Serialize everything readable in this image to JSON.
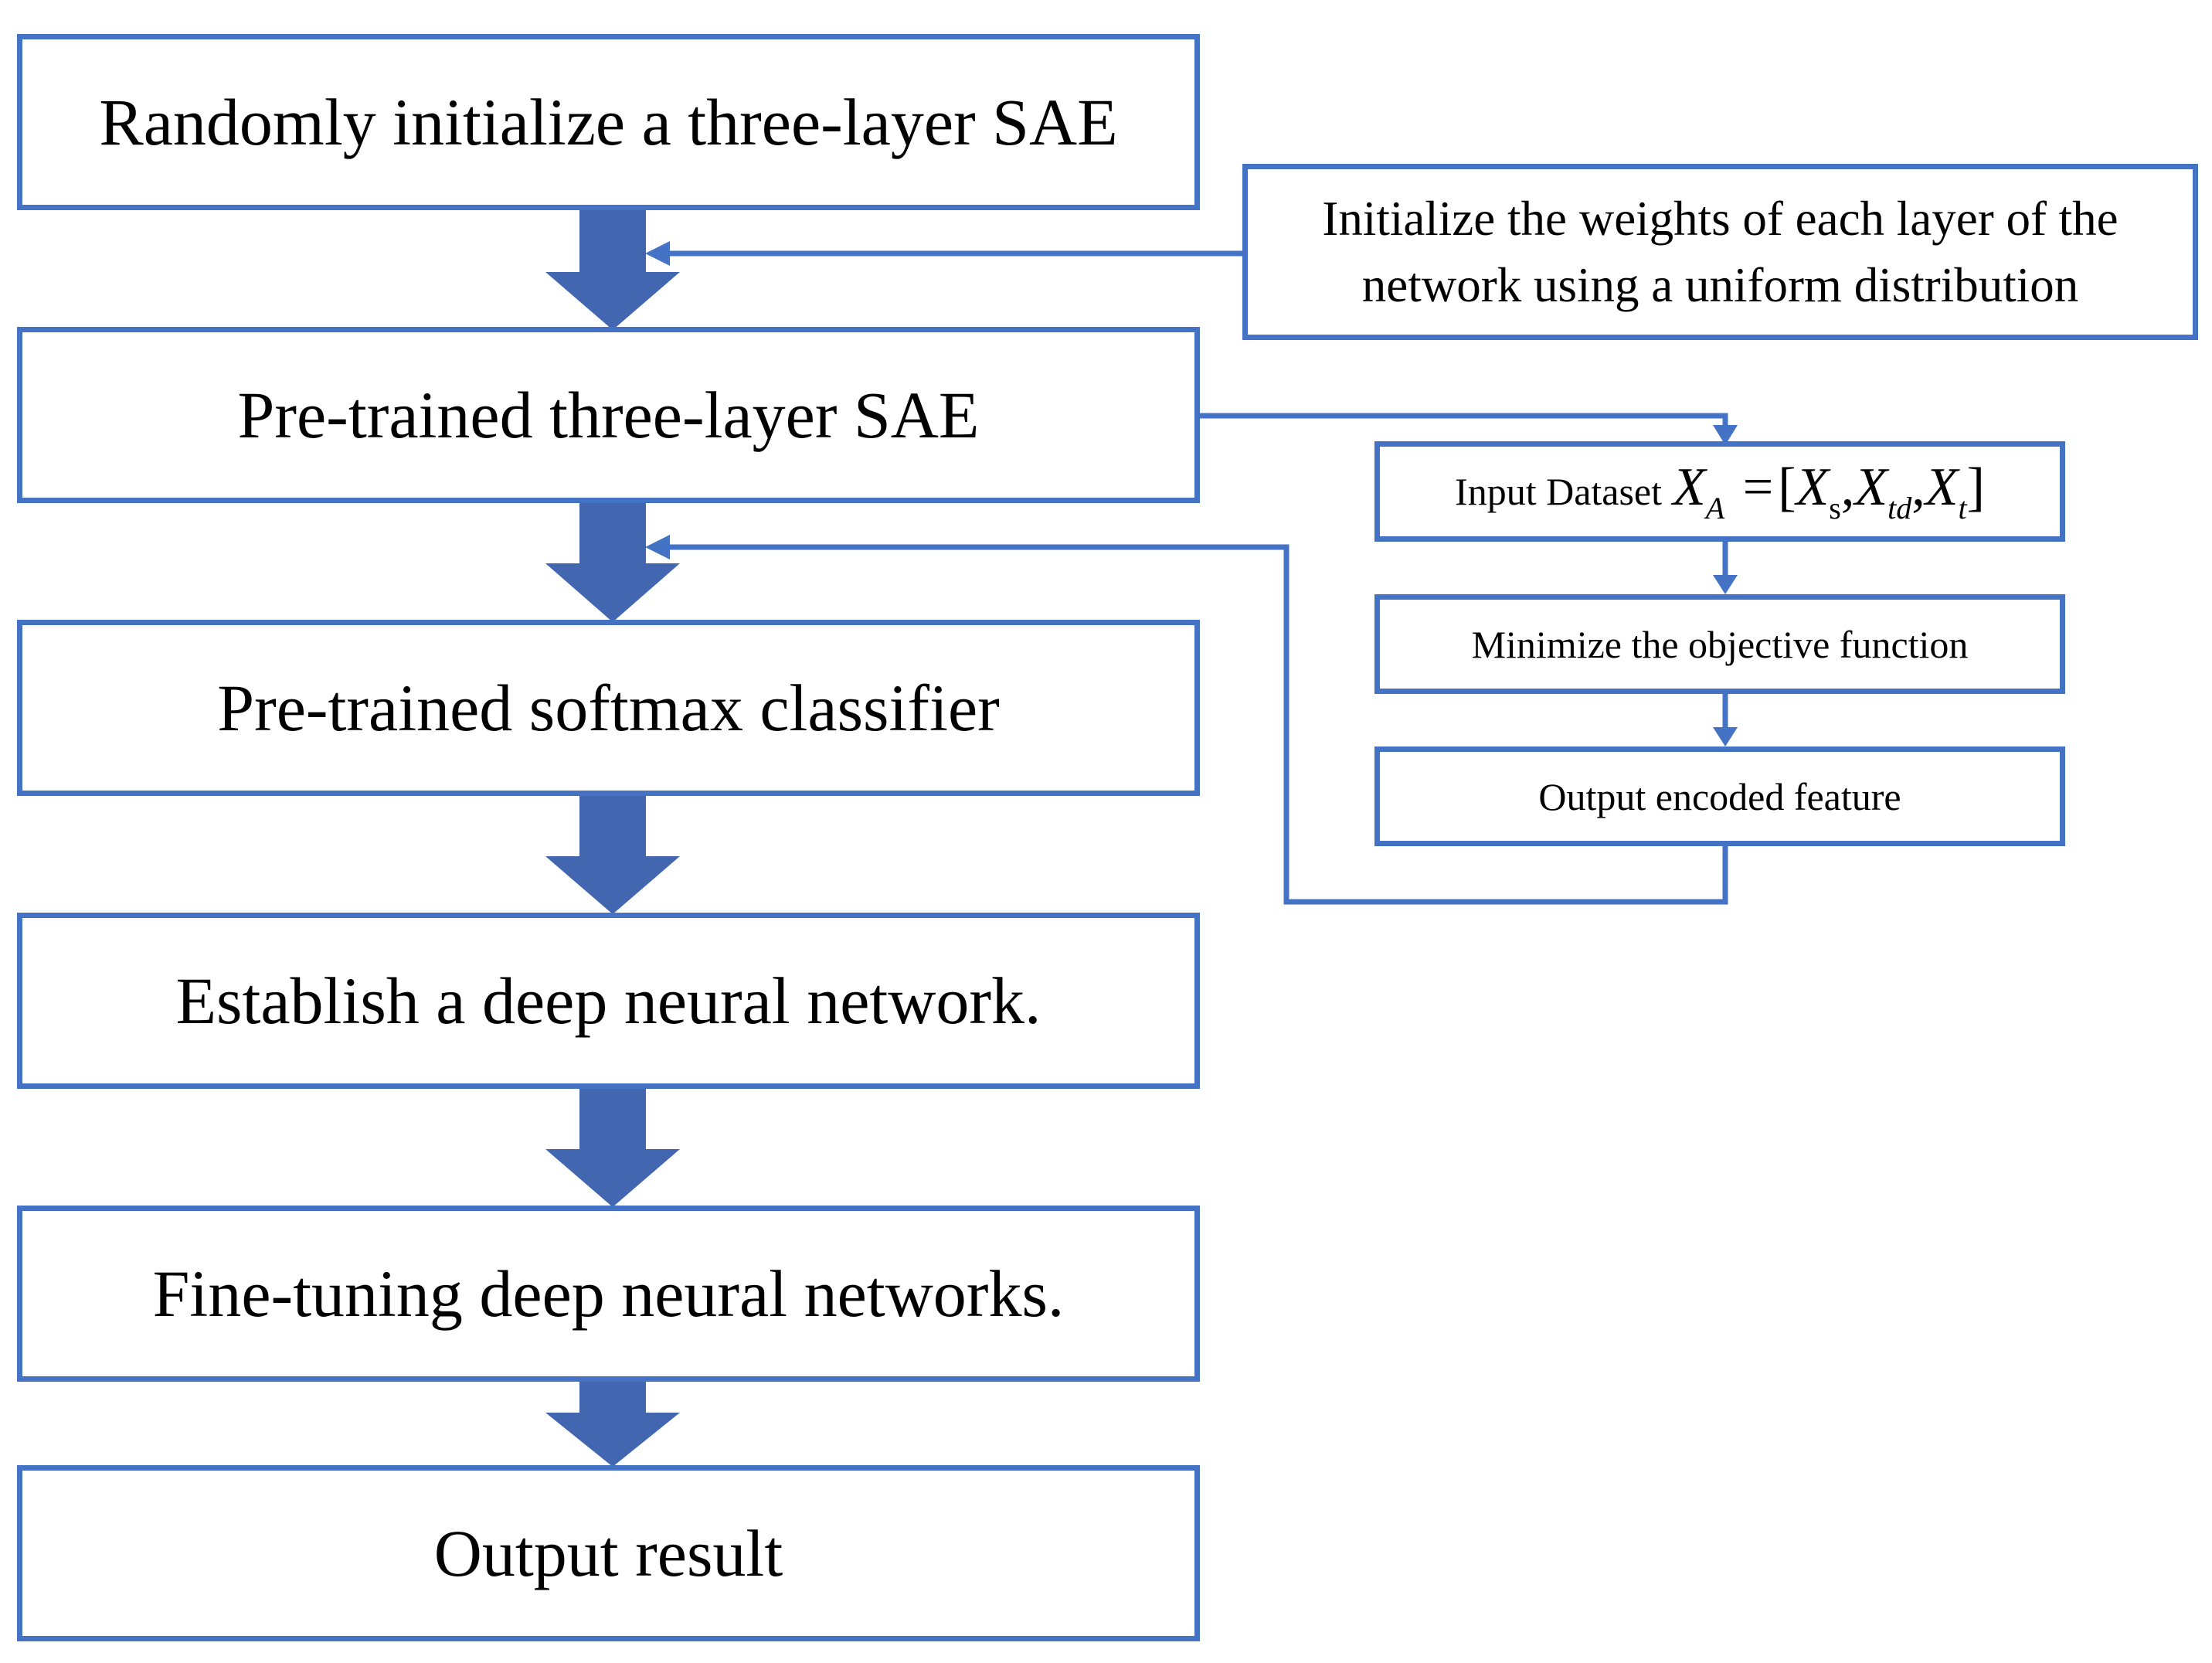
{
  "main_steps": [
    "Randomly initialize a three-layer SAE",
    "Pre-trained three-layer SAE",
    "Pre-trained softmax classifier",
    "Establish a deep neural network.",
    "Fine-tuning deep neural networks.",
    "Output result"
  ],
  "init_note": {
    "line1": "Initialize the weights of each layer of the",
    "line2": "network using a uniform distribution"
  },
  "pretrain_steps": {
    "input_label": "Input Dataset",
    "equation": {
      "lhs": "X",
      "lhs_sub": "A",
      "equals": "=",
      "open": "[",
      "t1": "X",
      "t1_sub": "s",
      "sep1": ",",
      "t2": "X",
      "t2_sub": "td",
      "sep2": ",",
      "t3": "X",
      "t3_sub": "t",
      "close": "]"
    },
    "minimize": "Minimize the objective function",
    "output": "Output encoded feature"
  },
  "colors": {
    "border": "#4472C4",
    "arrow": "#4267B0",
    "text": "#000000"
  }
}
